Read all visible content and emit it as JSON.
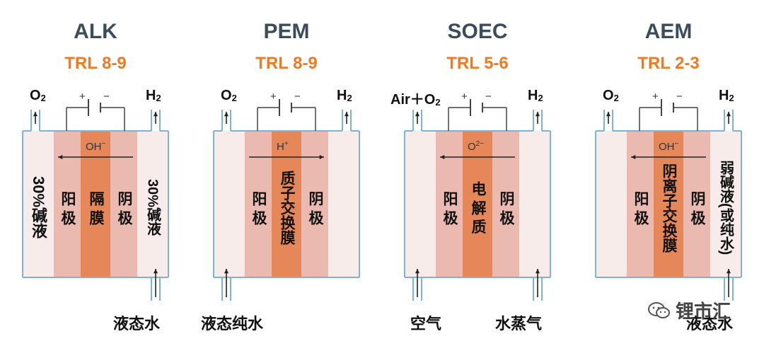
{
  "colors": {
    "title": "#3b4d5c",
    "trl": "#f07a22",
    "chamber_light": "#f7ecea",
    "electrode": "#eab9af",
    "membrane": "#e6875a",
    "frame": "#7fb3d6"
  },
  "panels": [
    {
      "title": "ALK",
      "trl": "TRL 8-9",
      "top_left": {
        "main": "O",
        "sub": "2"
      },
      "top_right": {
        "main": "H",
        "sub": "2"
      },
      "plus": "+",
      "minus": "−",
      "ion": {
        "main": "OH",
        "sup": "−"
      },
      "left_chamber": "30%碱液",
      "right_chamber": "30%碱液",
      "left_electrode": "阳 极",
      "membrane": "隔 膜",
      "right_electrode": "阴 极",
      "bottom_left": "",
      "bottom_right": "液态水"
    },
    {
      "title": "PEM",
      "trl": "TRL 8-9",
      "top_left": {
        "main": "O",
        "sub": "2"
      },
      "top_right": {
        "main": "H",
        "sub": "2"
      },
      "plus": "+",
      "minus": "−",
      "ion": {
        "main": "H",
        "sup": "+"
      },
      "left_chamber": "",
      "right_chamber": "",
      "left_electrode": "阳 极",
      "membrane": "质子交换膜",
      "right_electrode": "阴 极",
      "bottom_left": "液态纯水",
      "bottom_right": ""
    },
    {
      "title": "SOEC",
      "trl": "TRL 5-6",
      "top_left": {
        "main": "Air＋O",
        "sub": "2"
      },
      "top_right": {
        "main": "H",
        "sub": "2"
      },
      "plus": "+",
      "minus": "−",
      "ion": {
        "main": "O",
        "sup": "2−"
      },
      "left_chamber": "",
      "right_chamber": "",
      "left_electrode": "阳 极",
      "membrane": "电 解 质",
      "right_electrode": "阴 极",
      "bottom_left": "空气",
      "bottom_right": "水蒸气"
    },
    {
      "title": "AEM",
      "trl": "TRL 2-3",
      "top_left": {
        "main": "O",
        "sub": "2"
      },
      "top_right": {
        "main": "H",
        "sub": "2"
      },
      "plus": "+",
      "minus": "−",
      "ion": {
        "main": "OH",
        "sup": "−"
      },
      "left_chamber": "",
      "right_chamber": "弱碱液(或纯水)",
      "left_electrode": "阳 极",
      "membrane": "阴离子交换膜",
      "right_electrode": "阴 极",
      "bottom_left": "",
      "bottom_right": "液态水"
    }
  ],
  "watermark": "锂市汇"
}
